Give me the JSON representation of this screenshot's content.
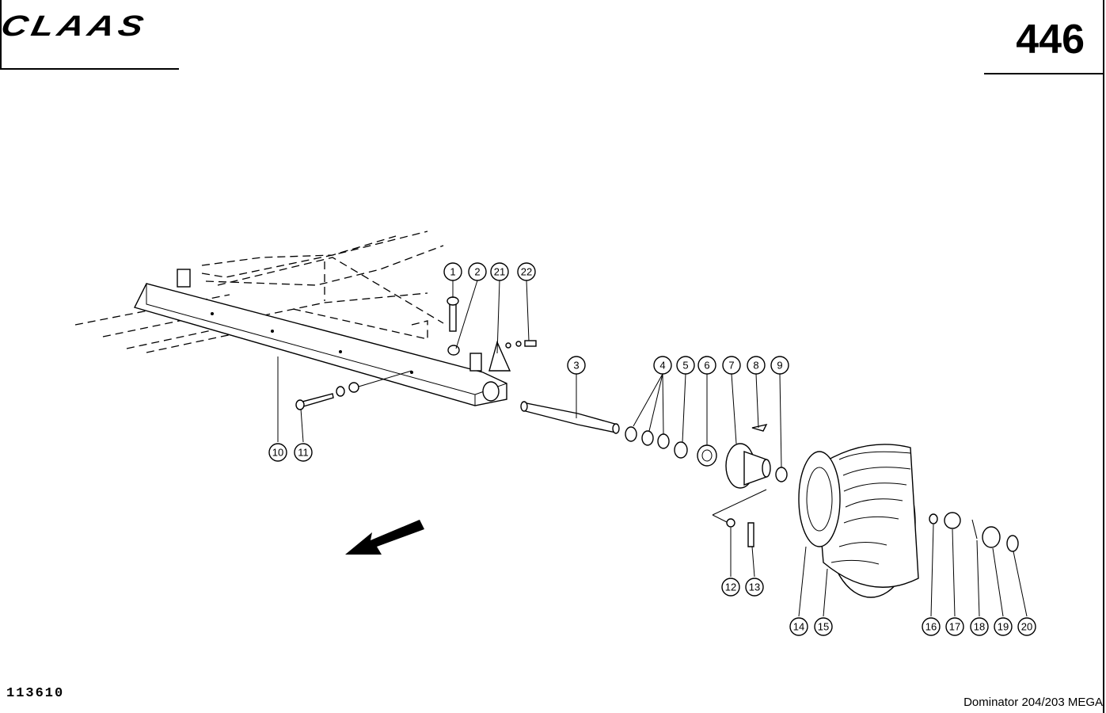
{
  "header": {
    "brand": "CLAAS",
    "page_number": "446"
  },
  "footer": {
    "drawing_number": "113610",
    "model": "Dominator 204/203 MEGA"
  },
  "callouts": [
    {
      "id": "1",
      "label": "1"
    },
    {
      "id": "2",
      "label": "2"
    },
    {
      "id": "21",
      "label": "21"
    },
    {
      "id": "22",
      "label": "22"
    },
    {
      "id": "3",
      "label": "3"
    },
    {
      "id": "4",
      "label": "4"
    },
    {
      "id": "5",
      "label": "5"
    },
    {
      "id": "6",
      "label": "6"
    },
    {
      "id": "7",
      "label": "7"
    },
    {
      "id": "8",
      "label": "8"
    },
    {
      "id": "9",
      "label": "9"
    },
    {
      "id": "10",
      "label": "10"
    },
    {
      "id": "11",
      "label": "11"
    },
    {
      "id": "12",
      "label": "12"
    },
    {
      "id": "13",
      "label": "13"
    },
    {
      "id": "14",
      "label": "14"
    },
    {
      "id": "15",
      "label": "15"
    },
    {
      "id": "16",
      "label": "16"
    },
    {
      "id": "17",
      "label": "17"
    },
    {
      "id": "18",
      "label": "18"
    },
    {
      "id": "19",
      "label": "19"
    },
    {
      "id": "20",
      "label": "20"
    }
  ]
}
